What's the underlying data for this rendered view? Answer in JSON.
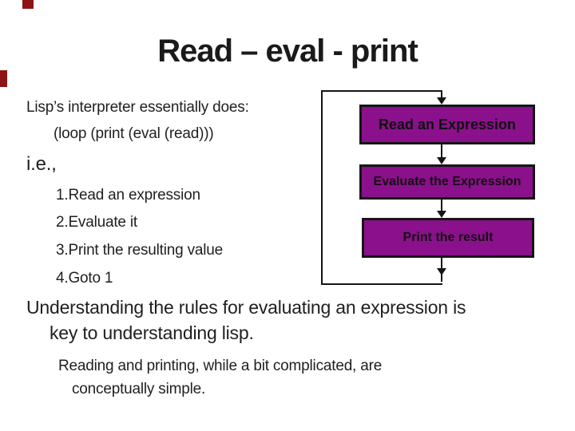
{
  "slide": {
    "title": "Read – eval - print",
    "intro_line": "Lisp’s interpreter essentially does:",
    "code_line": "(loop (print (eval (read)))",
    "ie_label": "i.e.,",
    "steps": [
      "1.Read an expression",
      "2.Evaluate it",
      "3.Print the resulting value",
      "4.Goto 1"
    ],
    "emphasis_line1": "Understanding the rules for evaluating an expression is",
    "emphasis_line2": "key to understanding lisp.",
    "note_line1": "Reading and printing, while a bit complicated, are",
    "note_line2": "conceptually simple.",
    "accent_color": "#8e1414"
  },
  "flowchart": {
    "boxes": [
      {
        "label": "Read an Expression"
      },
      {
        "label": "Evaluate the Expression"
      },
      {
        "label": "Print the result"
      }
    ],
    "box_fill": "#8b108b",
    "line_color": "#151515"
  }
}
